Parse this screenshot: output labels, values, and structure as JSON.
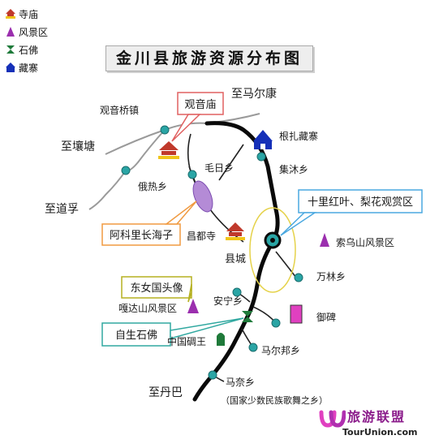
{
  "title": "金川县旅游资源分布图",
  "legend": [
    {
      "icon": "temple-icon",
      "label": "寺庙"
    },
    {
      "icon": "scenic-area-icon",
      "label": "风景区"
    },
    {
      "icon": "stone-buddha-icon",
      "label": "石佛"
    },
    {
      "icon": "tibetan-village-icon",
      "label": "藏寨"
    }
  ],
  "directions": {
    "maerkang": "至马尔康",
    "rangtang": "至壤塘",
    "daofu": "至道孚",
    "danba": "至丹巴"
  },
  "places": {
    "guanyinqiaozhen": "观音桥镇",
    "maorixiang": "毛日乡",
    "erresxiang": "俄热乡",
    "jimuxiang": "集沐乡",
    "genzha": "根扎藏寨",
    "changdusi": "昌都寺",
    "xiancheng": "县城",
    "suowushan": "索乌山风景区",
    "wanlinxiang": "万林乡",
    "gadashan": "嘎达山风景区",
    "anningxiang": "安宁乡",
    "yubei": "御碑",
    "zhongguodiaowang": "中国碉王",
    "maerbangxiang": "马尔邦乡",
    "manaixiang": "马奈乡",
    "manai_note": "（国家少数民族歌舞之乡）"
  },
  "callouts": {
    "guanyinmiao": "观音庙",
    "shilihongye": "十里红叶、梨花观赏区",
    "akelihaizi": "阿科里长海子",
    "dongnvguo": "东女国头像",
    "zishengshifo": "自生石佛"
  },
  "brand": {
    "name": "旅游联盟",
    "url": "TourUnion.com"
  },
  "colors": {
    "temple": "#c0392b",
    "scenic": "#9b2fae",
    "buddha": "#1f7a3a",
    "village": "#1530b8",
    "river": "#0a0a0a",
    "dot": "#2aa5a5",
    "callout_red": "#e06060",
    "callout_blue": "#4aa8e0",
    "callout_orange": "#f09a40",
    "callout_olive": "#b5b020",
    "callout_teal": "#30a8a0"
  }
}
